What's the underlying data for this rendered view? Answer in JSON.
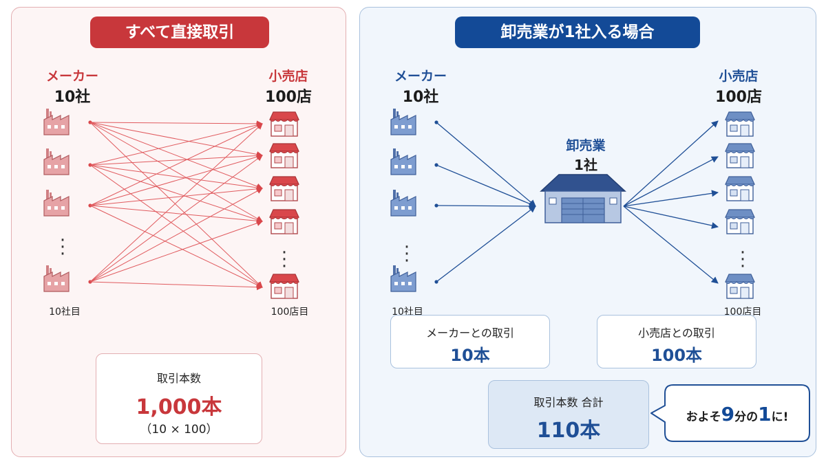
{
  "left": {
    "title": "すべて直接取引",
    "maker_label": "メーカー",
    "maker_count": "10社",
    "retail_label": "小売店",
    "retail_count": "100店",
    "maker_last": "10社目",
    "retail_last": "100店目",
    "total_label": "取引本数",
    "total_value": "1,000本",
    "total_formula": "（10 × 100）"
  },
  "right": {
    "title": "卸売業が1社入る場合",
    "maker_label": "メーカー",
    "maker_count": "10社",
    "retail_label": "小売店",
    "retail_count": "100店",
    "wholesale_label": "卸売業",
    "wholesale_count": "1社",
    "maker_last": "10社目",
    "retail_last": "100店目",
    "maker_deals_label": "メーカーとの取引",
    "maker_deals_value": "10本",
    "retail_deals_label": "小売店との取引",
    "retail_deals_value": "100本",
    "sum_label": "取引本数 合計",
    "sum_value": "110本",
    "bubble_prefix": "およそ",
    "bubble_big1": "9",
    "bubble_mid": "分の",
    "bubble_big2": "1",
    "bubble_suffix": "に!"
  },
  "colors": {
    "red": "#c8373b",
    "blue": "#134a97",
    "factory_red": "#e4999c",
    "factory_blue": "#6e8fc4"
  },
  "icons": [
    "factory-icon",
    "store-icon",
    "warehouse-icon"
  ]
}
